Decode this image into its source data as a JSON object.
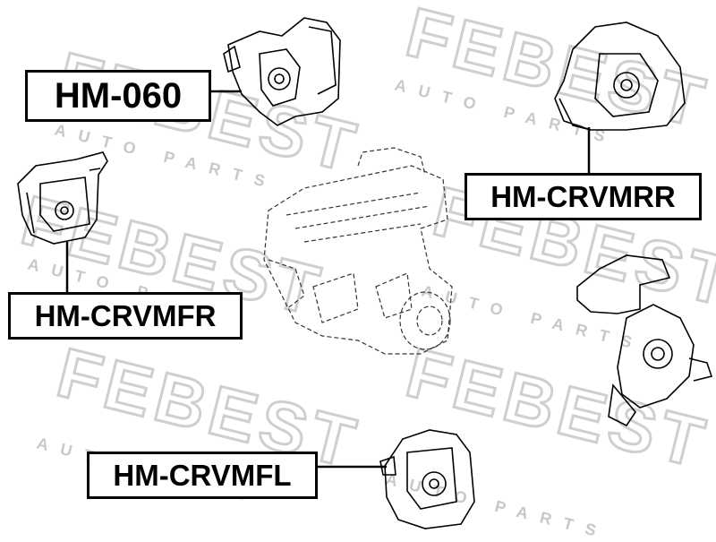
{
  "watermark": {
    "brand": "FEBEST",
    "tagline": "AUTO PARTS"
  },
  "labels": {
    "hm060": "HM-060",
    "crvmrr": "HM-CRVMRR",
    "crvmfr": "HM-CRVMFR",
    "crvmfl": "HM-CRVMFL"
  },
  "icons": {
    "engine": "engine-block-icon",
    "mount": "engine-mount-icon"
  },
  "colors": {
    "line": "#000000",
    "watermark": "#cfcfcf",
    "background": "#ffffff"
  }
}
